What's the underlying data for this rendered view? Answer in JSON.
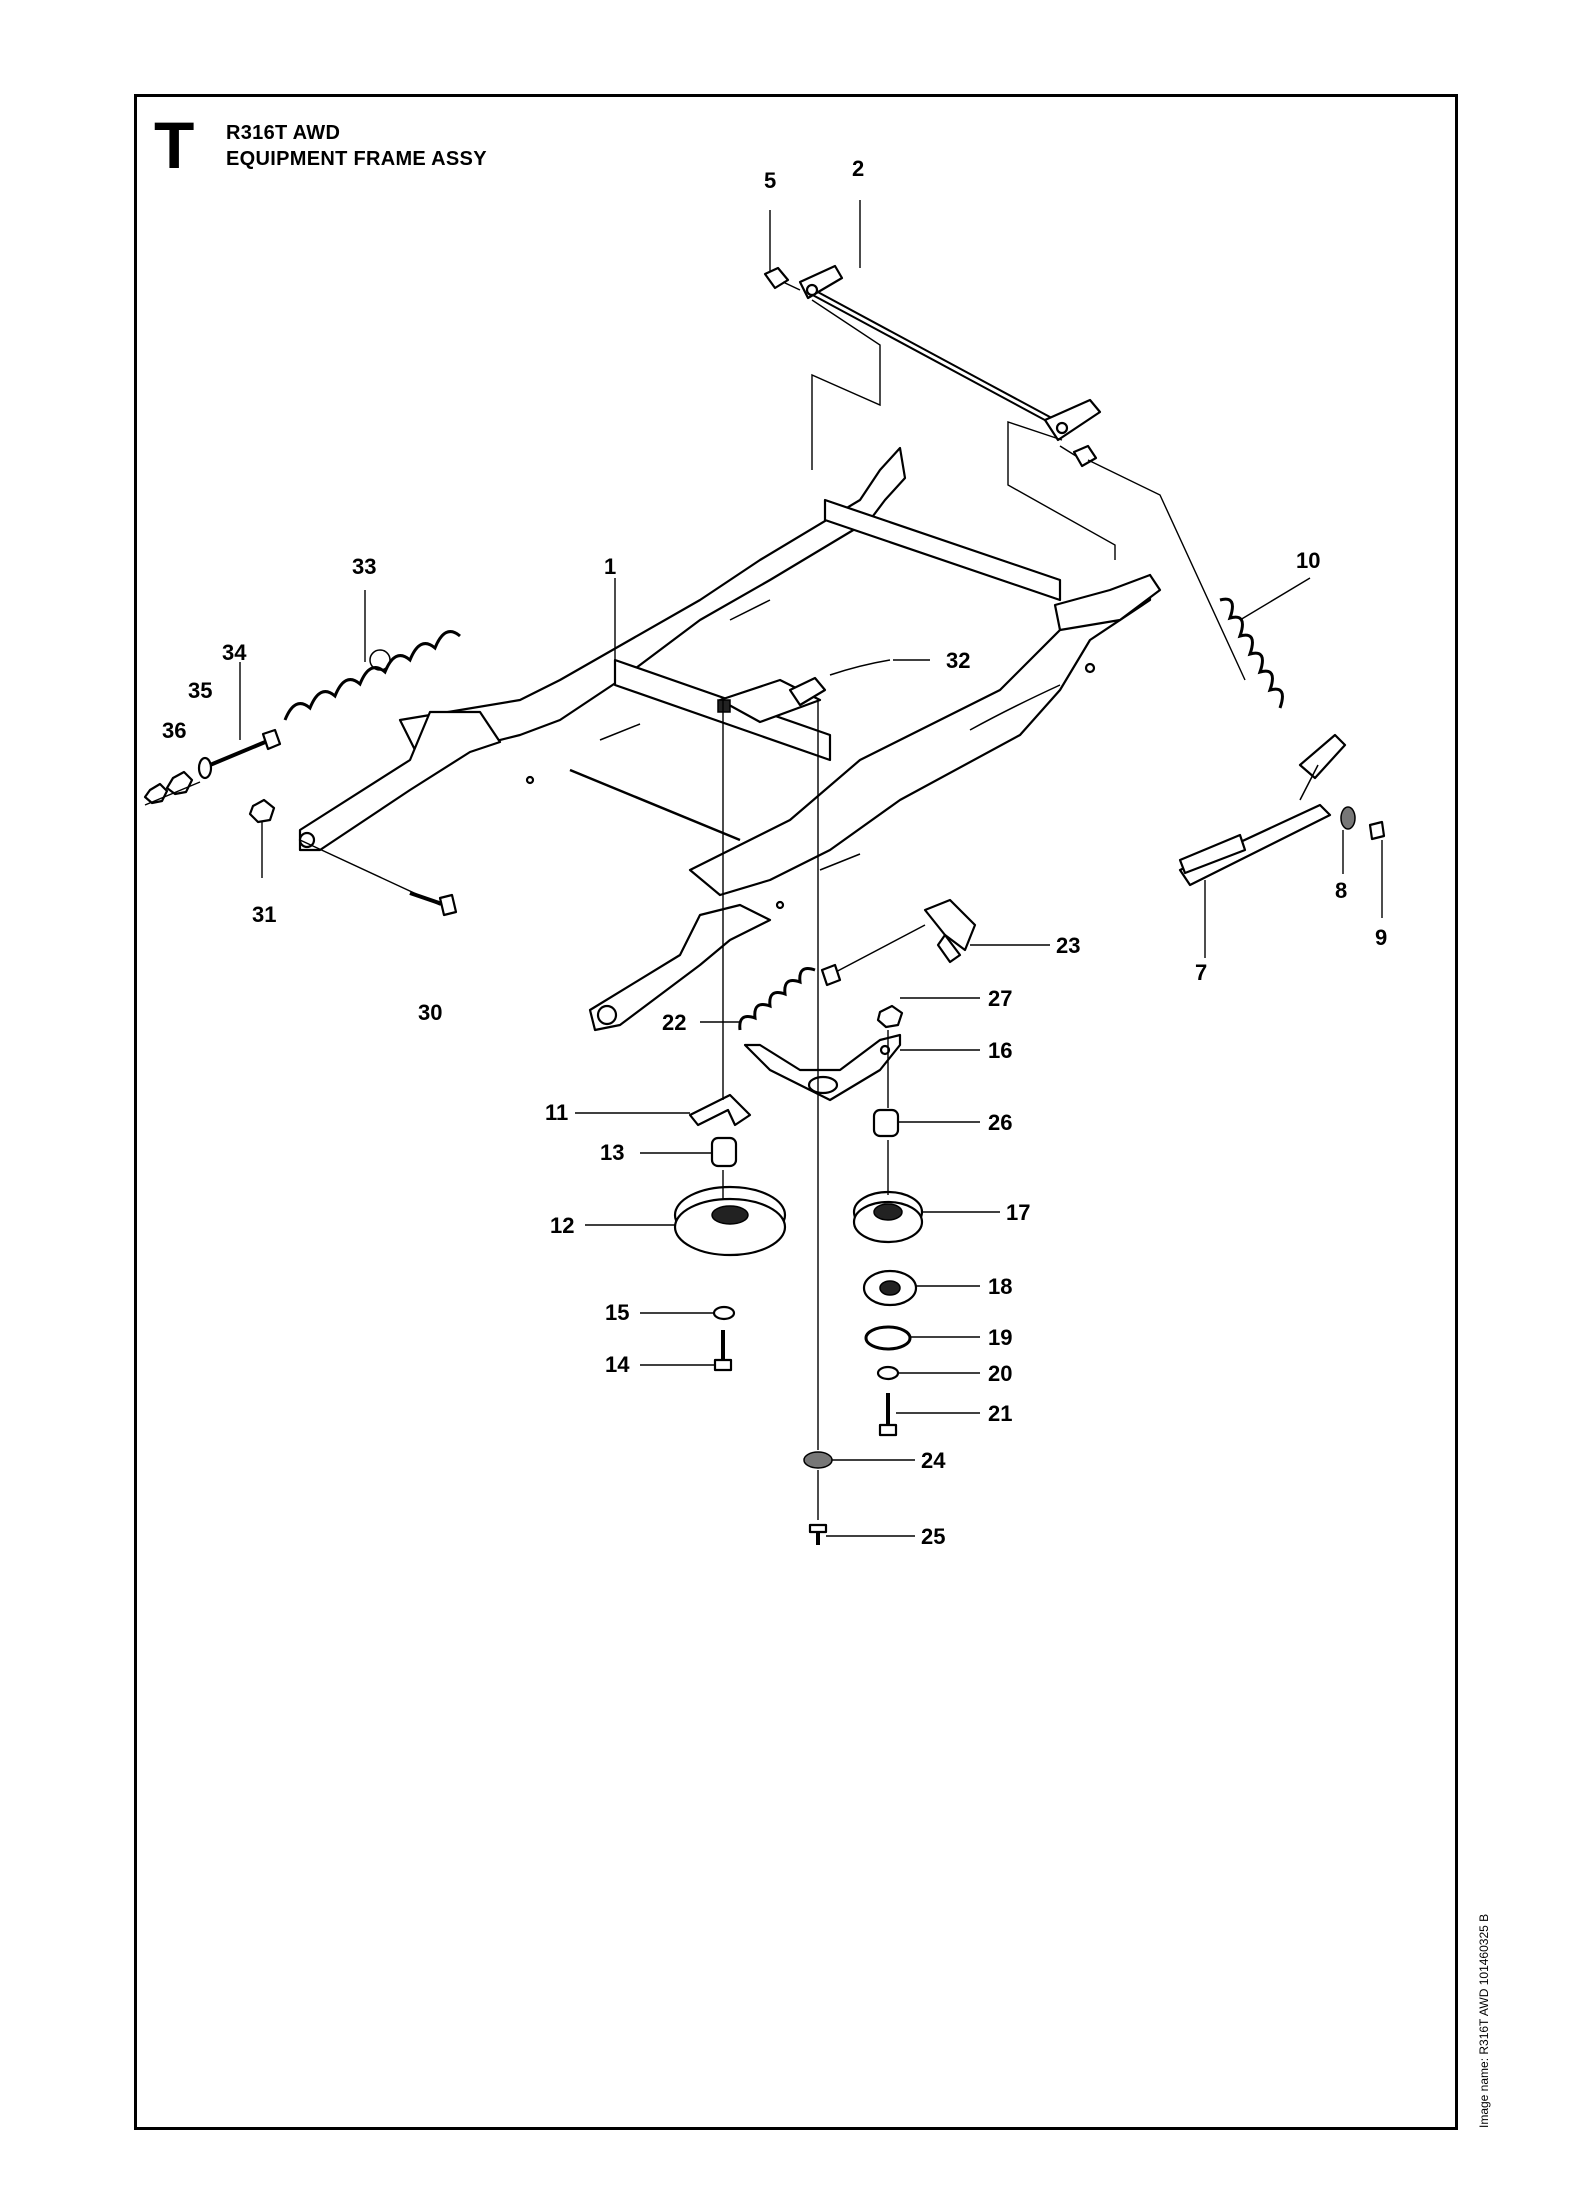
{
  "header": {
    "section_letter": "T",
    "model": "R316T AWD",
    "assembly": "EQUIPMENT FRAME ASSY"
  },
  "side_note": "Image name: R316T AWD 101460325 B",
  "callouts": [
    "1",
    "2",
    "5",
    "7",
    "8",
    "9",
    "10",
    "11",
    "12",
    "13",
    "14",
    "15",
    "16",
    "17",
    "18",
    "19",
    "20",
    "21",
    "22",
    "23",
    "24",
    "25",
    "26",
    "27",
    "30",
    "31",
    "32",
    "33",
    "34",
    "35",
    "36"
  ]
}
